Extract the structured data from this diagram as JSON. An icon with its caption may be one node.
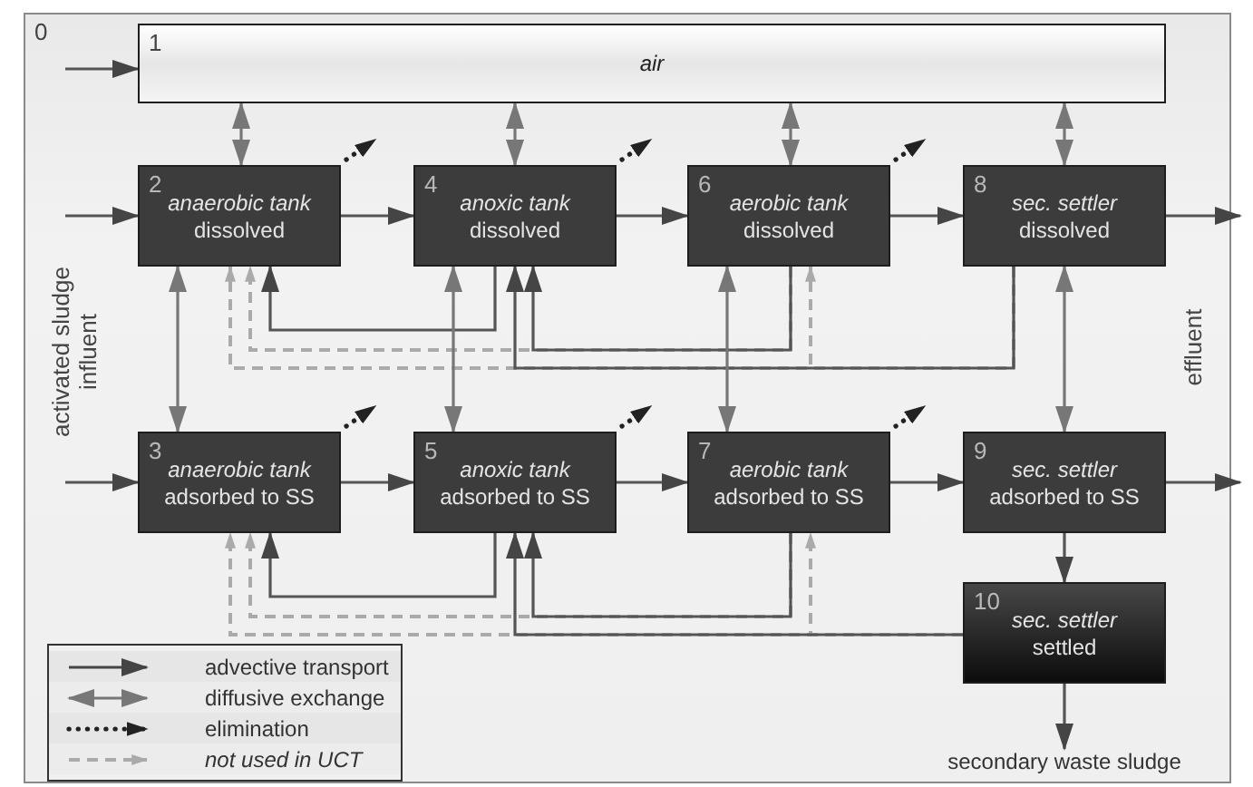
{
  "diagram": {
    "nodes": [
      {
        "text": [
          "0"
        ]
      },
      {
        "text": [
          "1",
          "air"
        ],
        "in": 0
      },
      {
        "text": [
          "2",
          "anaerobic tank",
          "dissolved"
        ],
        "in": 0
      },
      {
        "text": [
          "3",
          "anaerobic tank",
          "adsorbed to SS"
        ],
        "in": 0
      },
      {
        "text": [
          "4",
          "anoxic tank",
          "dissolved"
        ],
        "in": 0
      },
      {
        "text": [
          "5",
          "anoxic tank",
          "adsorbed to SS"
        ],
        "in": 0
      },
      {
        "text": [
          "6",
          "aerobic tank",
          "dissolved"
        ],
        "in": 0
      },
      {
        "text": [
          "7",
          "aerobic tank",
          "adsorbed to SS"
        ],
        "in": 0
      },
      {
        "text": [
          "8",
          "sec. settler",
          "dissolved"
        ],
        "in": 0
      },
      {
        "text": [
          "9",
          "sec. settler",
          "adsorbed to SS"
        ],
        "in": 0
      },
      {
        "text": [
          "10",
          "sec. settler",
          "settled"
        ],
        "in": 0
      },
      {
        "text": [
          "secondary waste sludge"
        ],
        "in": 0
      }
    ],
    "edges": [
      {
        "from": null,
        "to": 1,
        "arrow": "to"
      },
      {
        "from": null,
        "to": 2,
        "arrow": "to"
      },
      {
        "from": null,
        "to": 3,
        "arrow": "to"
      },
      {
        "from": 2,
        "to": 4,
        "arrow": "to"
      },
      {
        "from": 4,
        "to": 6,
        "arrow": "to"
      },
      {
        "from": 6,
        "to": 8,
        "arrow": "to"
      },
      {
        "from": 8,
        "to": null,
        "arrow": "to"
      },
      {
        "from": 3,
        "to": 5,
        "arrow": "to"
      },
      {
        "from": 5,
        "to": 7,
        "arrow": "to"
      },
      {
        "from": 7,
        "to": 9,
        "arrow": "to"
      },
      {
        "from": 9,
        "to": null,
        "arrow": "to"
      },
      {
        "from": 9,
        "to": 10,
        "arrow": "to"
      },
      {
        "from": 10,
        "to": 11,
        "arrow": "to"
      },
      {
        "from": 4,
        "to": 2,
        "arrow": "to"
      },
      {
        "from": 6,
        "to": 4,
        "arrow": "to"
      },
      {
        "from": 8,
        "to": 4,
        "arrow": "to"
      },
      {
        "from": 6,
        "to": 2,
        "arrow": "to",
        "style": "dashed",
        "color": "#aaaaaa"
      },
      {
        "from": 8,
        "to": 2,
        "arrow": "to",
        "style": "dashed",
        "color": "#aaaaaa"
      },
      {
        "from": 8,
        "to": 6,
        "arrow": "to",
        "style": "dashed",
        "color": "#aaaaaa"
      },
      {
        "from": 5,
        "to": 3,
        "arrow": "to"
      },
      {
        "from": 7,
        "to": 5,
        "arrow": "to"
      },
      {
        "from": 10,
        "to": 5,
        "arrow": "to"
      },
      {
        "from": 7,
        "to": 3,
        "arrow": "to",
        "style": "dashed",
        "color": "#aaaaaa"
      },
      {
        "from": 10,
        "to": 3,
        "arrow": "to",
        "style": "dashed",
        "color": "#aaaaaa"
      },
      {
        "from": 10,
        "to": 7,
        "arrow": "to",
        "style": "dashed",
        "color": "#aaaaaa"
      },
      {
        "from": 1,
        "to": 2,
        "arrow": "both",
        "color": "#777777"
      },
      {
        "from": 1,
        "to": 4,
        "arrow": "both",
        "color": "#777777"
      },
      {
        "from": 1,
        "to": 6,
        "arrow": "both",
        "color": "#777777"
      },
      {
        "from": 1,
        "to": 8,
        "arrow": "both",
        "color": "#777777"
      },
      {
        "from": 2,
        "to": 3,
        "arrow": "both",
        "color": "#777777"
      },
      {
        "from": 4,
        "to": 5,
        "arrow": "both",
        "color": "#777777"
      },
      {
        "from": 6,
        "to": 7,
        "arrow": "both",
        "color": "#777777"
      },
      {
        "from": 8,
        "to": 9,
        "arrow": "both",
        "color": "#777777"
      },
      {
        "from": 2,
        "to": null,
        "arrow": "to",
        "style": "dashed",
        "color": "#222222"
      },
      {
        "from": 3,
        "to": null,
        "arrow": "to",
        "style": "dashed",
        "color": "#222222"
      },
      {
        "from": 4,
        "to": null,
        "arrow": "to",
        "style": "dashed",
        "color": "#222222"
      },
      {
        "from": 5,
        "to": null,
        "arrow": "to",
        "style": "dashed",
        "color": "#222222"
      },
      {
        "from": 6,
        "to": null,
        "arrow": "to",
        "style": "dashed",
        "color": "#222222"
      },
      {
        "from": 7,
        "to": null,
        "arrow": "to",
        "style": "dashed",
        "color": "#222222"
      }
    ],
    "labels": [
      "activated sludge influent",
      "effluent"
    ],
    "legend": [
      {
        "text": "advective transport"
      },
      {
        "text": "diffusive exchange"
      },
      {
        "text": "elimination"
      },
      {
        "text": "not used in UCT"
      }
    ]
  }
}
